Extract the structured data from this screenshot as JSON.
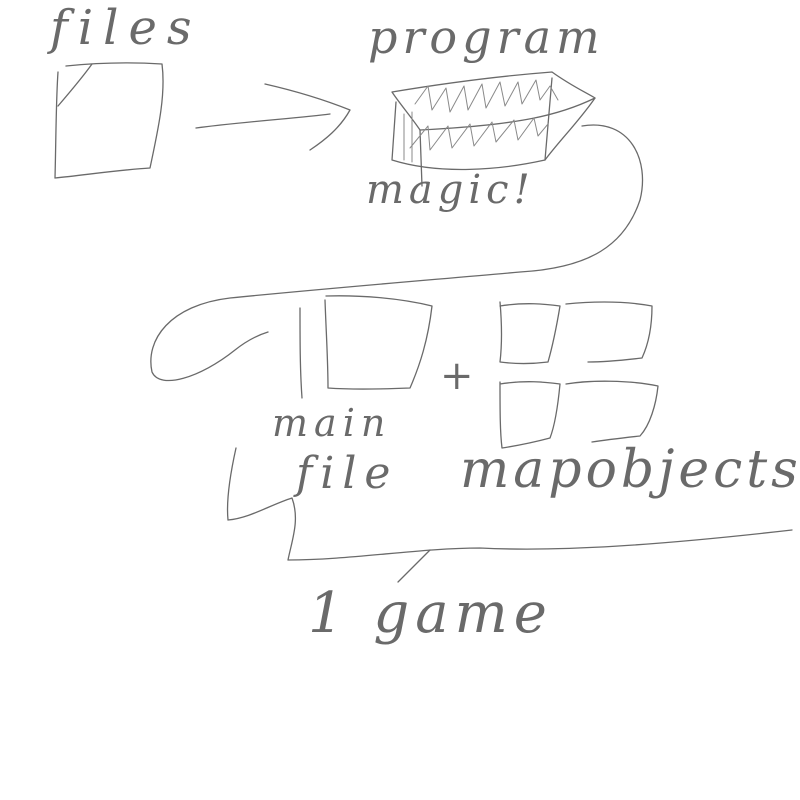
{
  "sketch": {
    "ink_color": "#6a6a6a",
    "hatch_color": "#8a8a8a",
    "background": "#ffffff"
  },
  "labels": {
    "files": "files",
    "program": "program",
    "magic": "magic!",
    "plus": "+",
    "main": "main",
    "file": "file",
    "mapobjects": "mapobjects",
    "game": "1 game"
  }
}
